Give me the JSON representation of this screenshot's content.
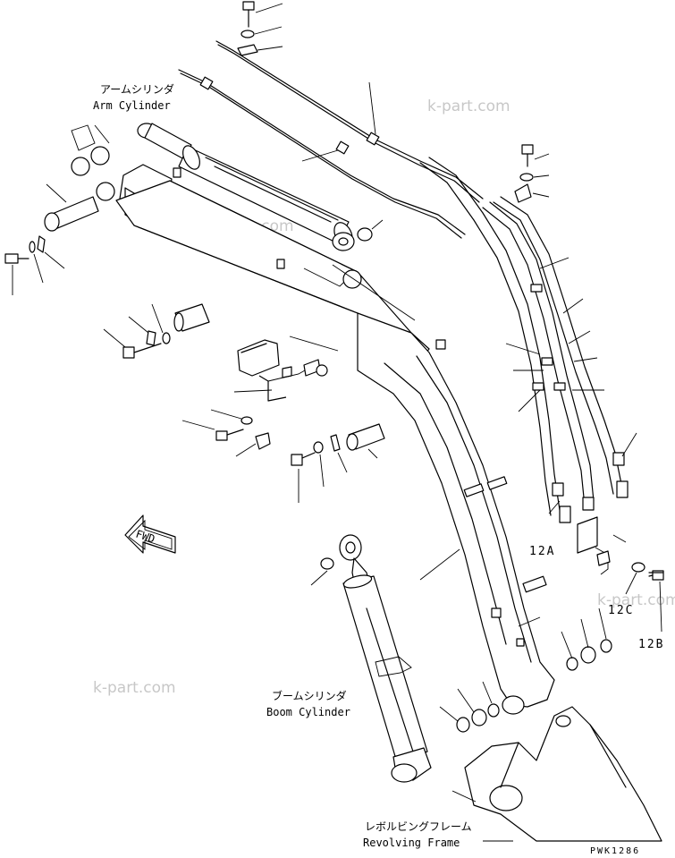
{
  "labels": {
    "arm_cylinder_jp": "アームシリンダ",
    "arm_cylinder_en": "Arm Cylinder",
    "boom_cylinder_jp": "ブームシリンダ",
    "boom_cylinder_en": "Boom Cylinder",
    "revolving_frame_jp": "レボルビングフレーム",
    "revolving_frame_en": "Revolving Frame",
    "fwd": "FWD",
    "part_12a": "12A",
    "part_12b": "12B",
    "part_12c": "12C",
    "drawing_code": "PWK1286"
  },
  "watermarks": [
    "k-part.com",
    "k-part.com",
    "k-part.com",
    "k-part.com"
  ]
}
